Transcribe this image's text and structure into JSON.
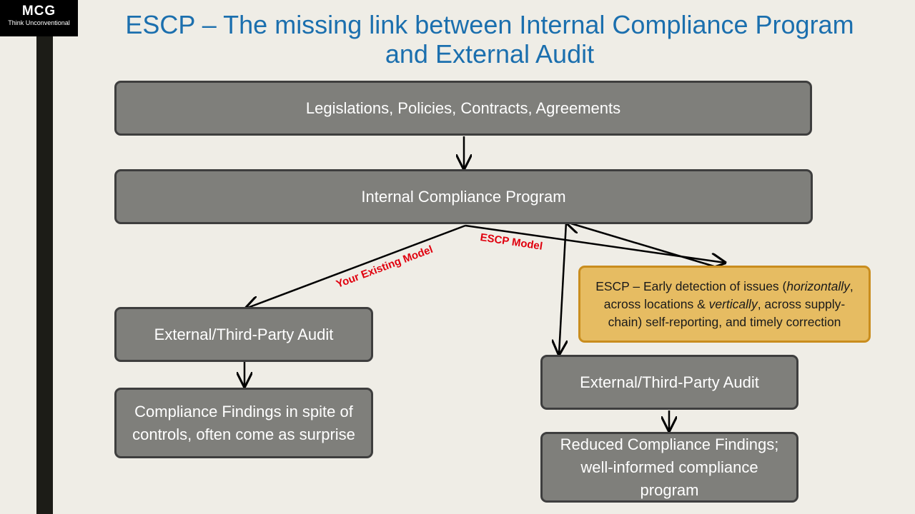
{
  "logo": {
    "name": "MCG",
    "tagline": "Think Unconventional"
  },
  "title": "ESCP – The missing link between Internal Compliance Program  and External Audit",
  "boxes": {
    "legislations": "Legislations, Policies, Contracts, Agreements",
    "internal_program": "Internal Compliance Program",
    "audit_left": "External/Third-Party Audit",
    "findings_left": "Compliance Findings in spite of controls, often come as surprise",
    "escp": {
      "prefix": "ESCP – Early detection of issues (",
      "horizontally": "horizontally",
      "middle": ", across locations & ",
      "vertically": "vertically",
      "suffix": ", across supply-chain) self-reporting, and timely correction"
    },
    "audit_right": "External/Third-Party Audit",
    "findings_right": "Reduced Compliance Findings; well-informed compliance program"
  },
  "labels": {
    "existing_model": "Your Existing Model",
    "escp_model": "ESCP Model"
  },
  "colors": {
    "title": "#1b6fae",
    "box_fill": "#7f7f7b",
    "escp_fill": "#e6bc62",
    "label_red": "#e0000e",
    "background": "#efede6"
  }
}
